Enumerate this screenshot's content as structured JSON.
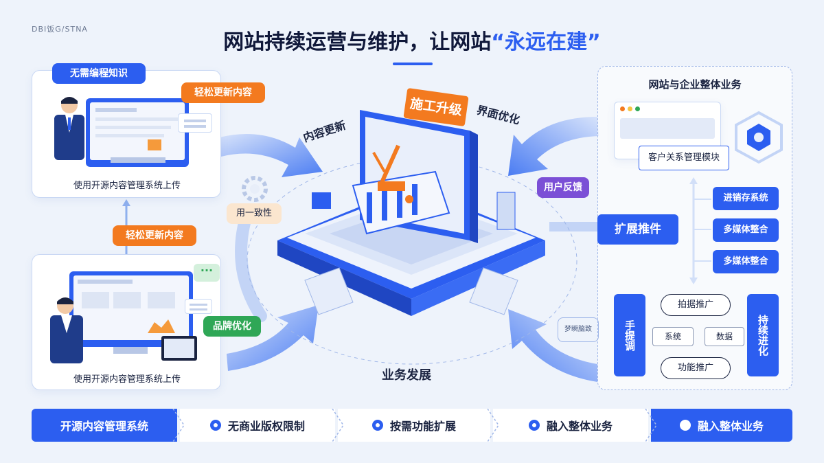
{
  "brand": "DBI饭G/STNA",
  "title": {
    "main": "网站持续运营与维护，让网站",
    "highlight": "“永远在建”"
  },
  "left_top_card": {
    "badge": "无需编程知识",
    "tag": "轻松更新内容",
    "caption": "使用开源内容管理系统上传"
  },
  "middle_tag": "轻松更新内容",
  "left_bottom_card": {
    "tag": "品牌优化",
    "caption": "使用开源内容管理系统上传"
  },
  "consistency_label": "用一致性",
  "center": {
    "construction_sign": "施工升级",
    "label_content_update": "内容更新",
    "label_ui_optimize": "界面优化",
    "label_user_feedback": "用户反馈",
    "label_business_dev": "业务发展"
  },
  "right_panel": {
    "title": "网站与企业整体业务",
    "crm": "客户关系管理模块",
    "extend_plugin": "扩展推件",
    "modules": [
      "进销存系统",
      "多媒体整合",
      "多媒体整合"
    ],
    "left_vertical": "手提调",
    "right_vertical": "持续进化",
    "promo_top": "拍据推广",
    "system": "系统",
    "data": "数据",
    "promo_bottom": "功能推广",
    "stamp": "梦瞬脑致"
  },
  "bottom_steps": [
    "开源内容管理系统",
    "无商业版权限制",
    "按需功能扩展",
    "融入整体业务",
    "融入整体业务"
  ],
  "colors": {
    "accent": "#2c5ef0",
    "orange": "#f37a1f",
    "green": "#2fa756",
    "purple": "#7b4fd6"
  }
}
